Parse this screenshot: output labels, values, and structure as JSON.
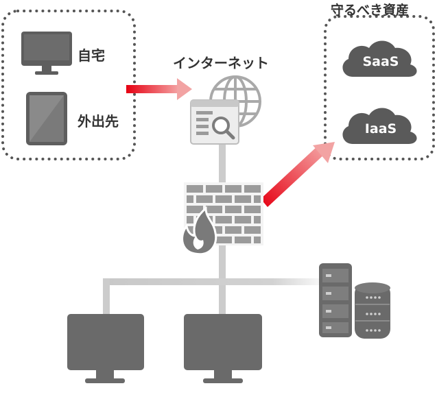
{
  "labels": {
    "home": "自宅",
    "outside": "外出先",
    "internet": "インターネット",
    "assets_title": "守るべき資産"
  },
  "clouds": {
    "saas": "SaaS",
    "iaas": "IaaS"
  },
  "colors": {
    "device": "#5e5e5e",
    "device_light": "#8a8a8a",
    "cloud": "#5a5a5a",
    "line": "#cccccc",
    "arrow": "#e60012",
    "dotted": "#555555",
    "label": "#333333"
  },
  "icons": {
    "home_device": "desktop-monitor-icon",
    "outside_device": "tablet-icon",
    "internet": "globe-icon",
    "browser": "browser-search-icon",
    "firewall": "firewall-icon",
    "servers": "server-database-icon",
    "endpoints": "desktop-monitor-icon"
  }
}
